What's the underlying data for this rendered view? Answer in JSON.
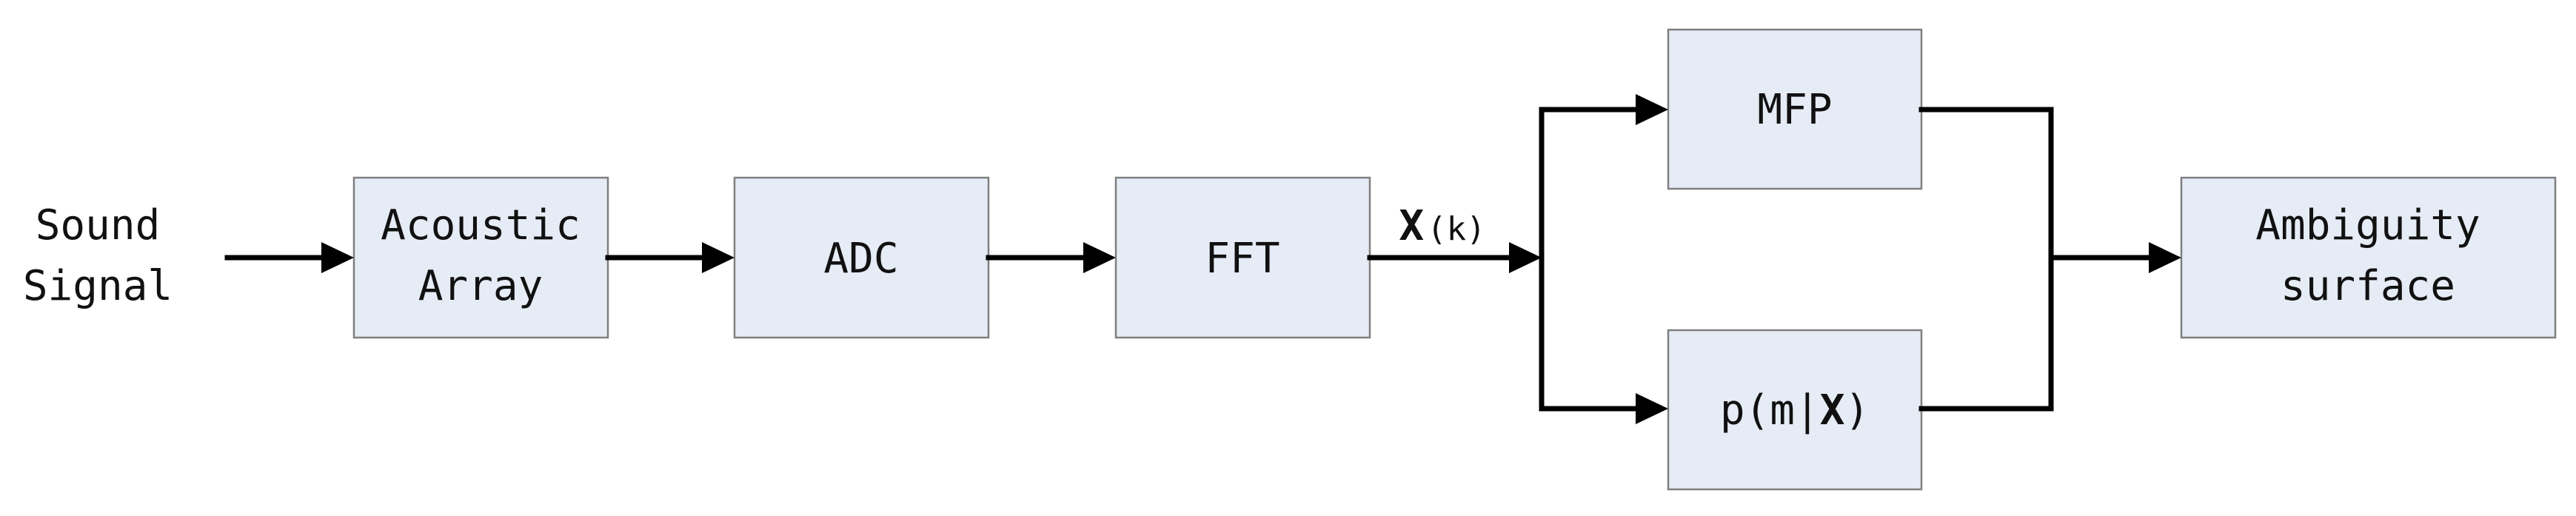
{
  "input": {
    "line1": "Sound",
    "line2": "Signal"
  },
  "blocks": {
    "acoustic_array": {
      "line1": "Acoustic",
      "line2": "Array"
    },
    "adc": {
      "label": "ADC"
    },
    "fft": {
      "label": "FFT"
    },
    "mfp": {
      "label": "MFP"
    },
    "posterior": {
      "prefix": "p(m|",
      "symbol": "X",
      "suffix": ")"
    },
    "ambiguity_surface": {
      "line1": "Ambiguity",
      "line2": "surface"
    }
  },
  "signal_label": {
    "symbol": "X",
    "argument": "(k)"
  },
  "colors": {
    "block_fill": "#e6ecf5",
    "block_border": "#7f7f7f",
    "line": "#000000"
  }
}
